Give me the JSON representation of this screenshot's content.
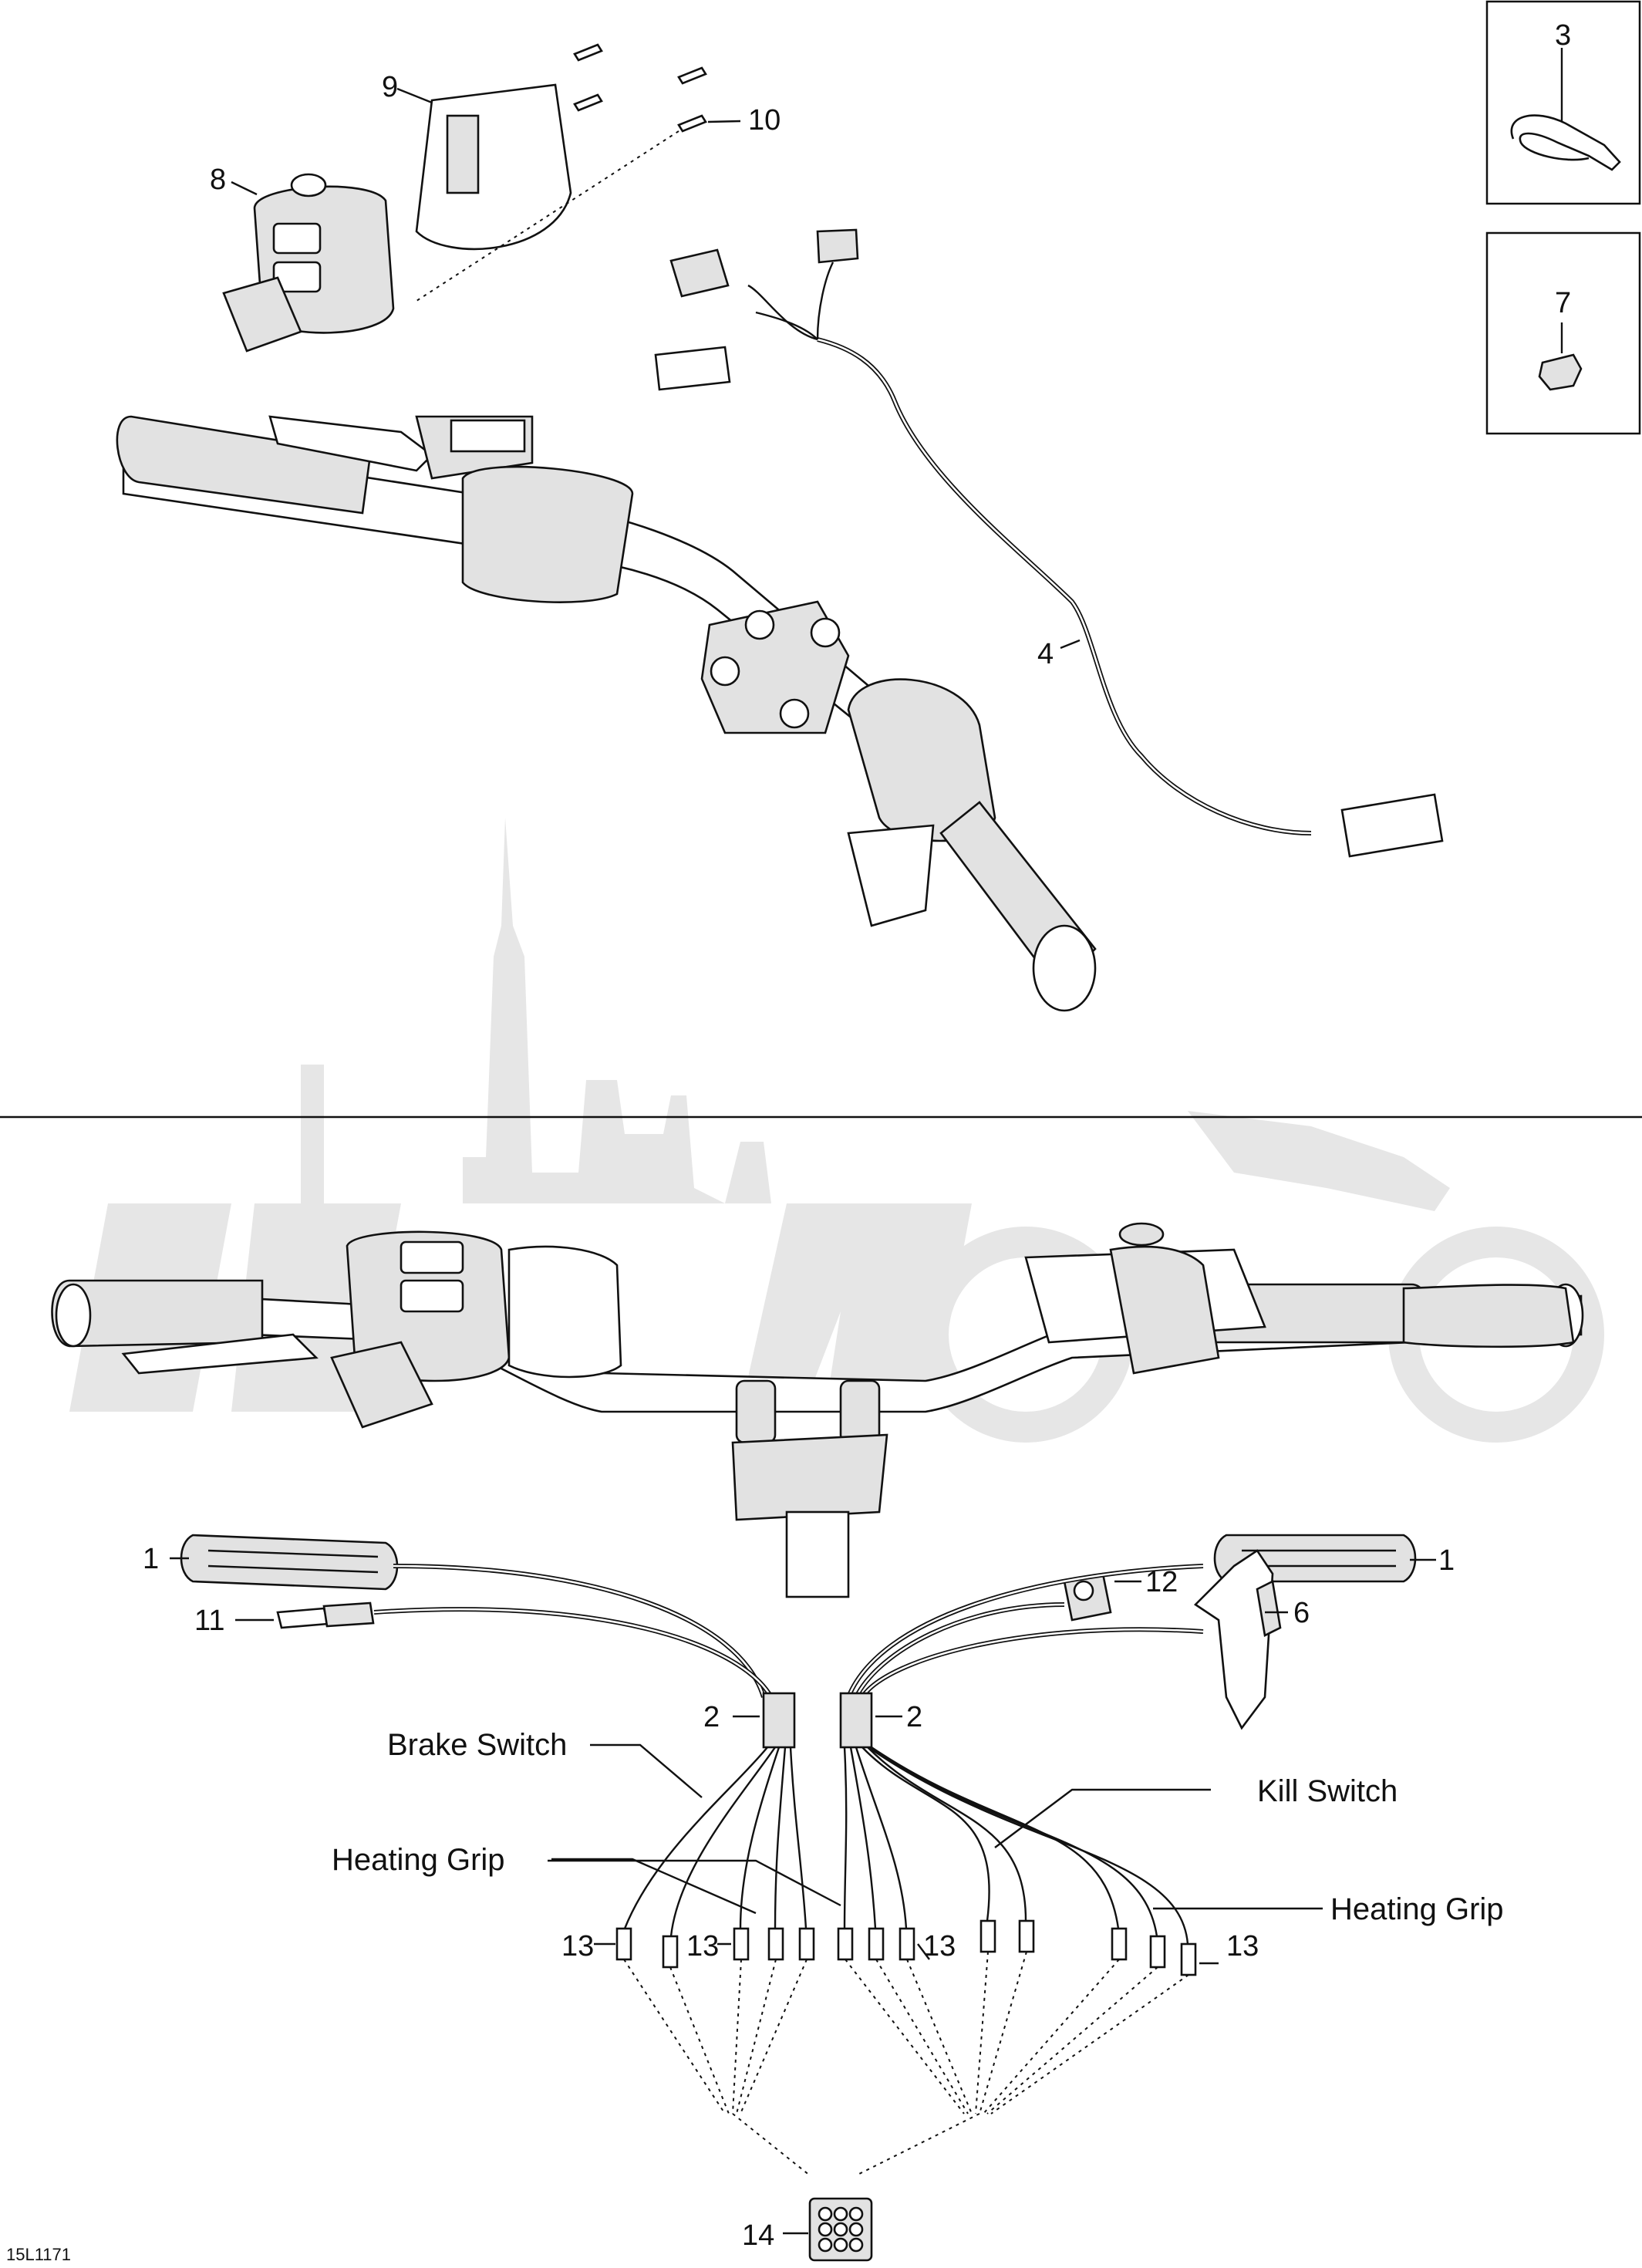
{
  "diagram_ref": "15L1171",
  "part_numbers": {
    "p1_left": "1",
    "p1_right": "1",
    "p2_left": "2",
    "p2_right": "2",
    "p3": "3",
    "p4": "4",
    "p6": "6",
    "p7": "7",
    "p8": "8",
    "p9": "9",
    "p10": "10",
    "p11": "11",
    "p12": "12",
    "p13_a": "13",
    "p13_b": "13",
    "p13_c": "13",
    "p13_d": "13",
    "p14": "14"
  },
  "callouts": {
    "brake_switch": "Brake Switch",
    "heating_grip_left": "Heating Grip",
    "kill_switch": "Kill Switch",
    "heating_grip_right": "Heating Grip"
  }
}
